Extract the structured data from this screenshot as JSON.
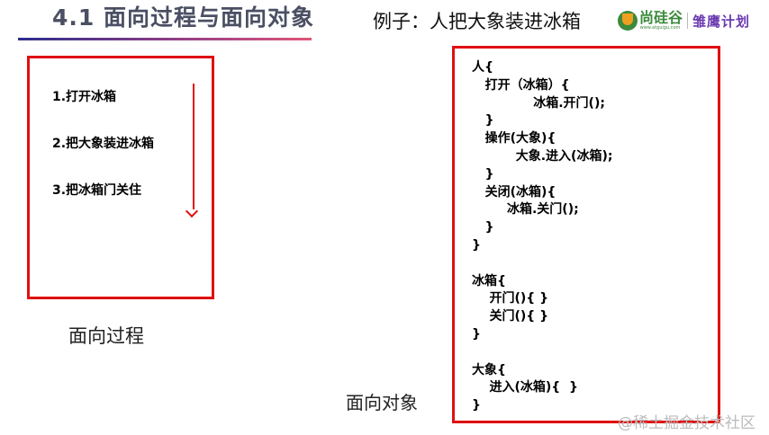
{
  "header": {
    "title": "4.1 面向过程与面向对象",
    "example": "例子：人把大象装进冰箱"
  },
  "logo": {
    "name": "尚硅谷",
    "url": "www.atguigu.com",
    "plan": "雏鹰计划",
    "colors": {
      "green": "#3c8a3c",
      "orange": "#f0a020",
      "purple": "#6a3ab0"
    }
  },
  "procedural": {
    "steps": [
      "1.打开冰箱",
      "2.把大象装进冰箱",
      "3.把冰箱门关住"
    ],
    "label": "面向过程"
  },
  "object_oriented": {
    "label": "面向对象",
    "code_lines": [
      "人{",
      "   打开（冰箱）{",
      "              冰箱.开门();",
      "   }",
      "   操作(大象){",
      "          大象.进入(冰箱);",
      "   }",
      "   关闭(冰箱){",
      "        冰箱.关门();",
      "   }",
      "}",
      "",
      "冰箱{",
      "    开门(){ }",
      "    关门(){ }",
      "}",
      "",
      "大象{",
      "    进入(冰箱){  }",
      "}"
    ]
  },
  "watermark": "@稀土掘金技术社区",
  "colors": {
    "border_red": "#e01010",
    "title": "#4a4f63"
  }
}
